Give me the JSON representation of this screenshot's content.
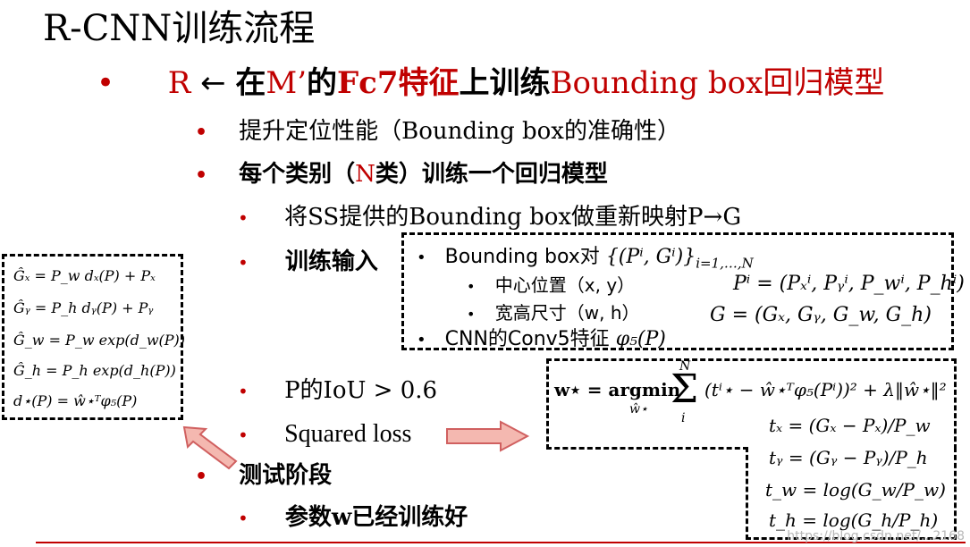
{
  "title": "R-CNN训练流程",
  "main": {
    "l1": {
      "bullet": "•",
      "r": "R",
      "arrow": "←",
      "zai": " 在",
      "m": "M’",
      "de": "的",
      "fc7": "Fc7特征",
      "shang": "上训练",
      "model": "Bounding box回归模型"
    },
    "b1": "提升定位性能（Bounding box的准确性）",
    "b2_pre": "每个类别（",
    "b2_n": "N",
    "b2_post": "类）训练一个回归模型",
    "b3": "将SS提供的Bounding box做重新映射P→G",
    "b4": "训练输入",
    "b5": "P的IoU > 0.6",
    "b6": "Squared loss",
    "b7": "测试阶段",
    "b8": "参数w已经训练好"
  },
  "input_box": {
    "item1_label": "Bounding box对 ",
    "item1_math": "{(Pⁱ, Gⁱ)}",
    "item1_sub": "i=1,…,N",
    "sub1": "中心位置（x, y）",
    "sub2": "宽高尺寸（w, h）",
    "item2_label": "CNN的Conv5特征 ",
    "item2_math": "φ₅(P)",
    "eq_p": "Pⁱ = (Pₓⁱ, Pᵧⁱ, P_wⁱ, P_hⁱ)",
    "eq_g": "G = (Gₓ, Gᵧ, G_w, G_h)"
  },
  "left_box": {
    "eqs": [
      "Ĝₓ = P_w dₓ(P) + Pₓ",
      "Ĝᵧ = P_h dᵧ(P) + Pᵧ",
      "Ĝ_w = P_w exp(d_w(P))",
      "Ĝ_h = P_h exp(d_h(P))",
      "d⋆(P)  =  ŵ⋆ᵀφ₅(P)"
    ]
  },
  "right_box": {
    "loss_lhs": "w⋆ = argmin",
    "loss_under": "ŵ⋆",
    "sum_top": "N",
    "sum_sym": "Σ",
    "sum_bot": "i",
    "loss_rhs": "(tⁱ⋆ − ŵ⋆ᵀφ₅(Pⁱ))² + λ‖ŵ⋆‖²",
    "tx": "tₓ = (Gₓ − Pₓ)/P_w",
    "ty": "tᵧ = (Gᵧ − Pᵧ)/P_h",
    "tw": "t_w = log(G_w/P_w)",
    "th": "t_h = log(G_h/P_h)"
  },
  "watermark": "https://blog.csdn.net/...2168",
  "colors": {
    "accent": "#c00000",
    "arrow_fill": "#f4b8b0"
  }
}
